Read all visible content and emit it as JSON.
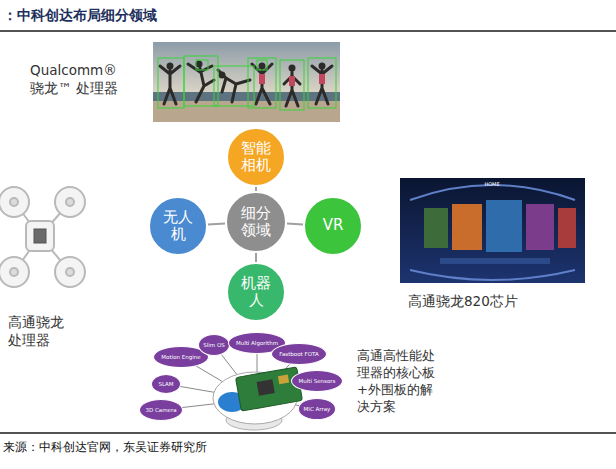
{
  "diagram": {
    "title": "：中科创达布局细分领域",
    "caption": "来源：中科创达官网，东吴证券研究所",
    "nodes": [
      {
        "text": [
          "智能相机"
        ]
      },
      {
        "text": [
          "无人机"
        ]
      },
      {
        "text": [
          "细分领域"
        ]
      },
      {
        "text": [
          "VR"
        ]
      },
      {
        "text": [
          "机器人"
        ]
      },
      {
        "text": [
          "Motion Engine"
        ]
      },
      {
        "text": [
          "Slim OS"
        ]
      },
      {
        "text": [
          "Multi Algorithm"
        ]
      },
      {
        "text": [
          "Fastboot FOTA"
        ]
      },
      {
        "text": [
          "SLAM"
        ]
      },
      {
        "text": [
          "Multi Sensors"
        ]
      },
      {
        "text": [
          "3D Camera"
        ]
      },
      {
        "text": [
          "MIC Array"
        ]
      }
    ],
    "edges": [
      {
        "from": 2,
        "to": 0,
        "arrow": "none"
      },
      {
        "from": 2,
        "to": 1,
        "arrow": "none"
      },
      {
        "from": 2,
        "to": 3,
        "arrow": "none"
      },
      {
        "from": 2,
        "to": 4,
        "arrow": "none"
      }
    ],
    "labels": [
      "Qualcomm® 骁龙™ 处理器",
      "HOME",
      "高通骁龙处理器",
      "高通骁龙820芯片",
      "高通高性能处理器的核心板+外围板的解决方案"
    ]
  }
}
